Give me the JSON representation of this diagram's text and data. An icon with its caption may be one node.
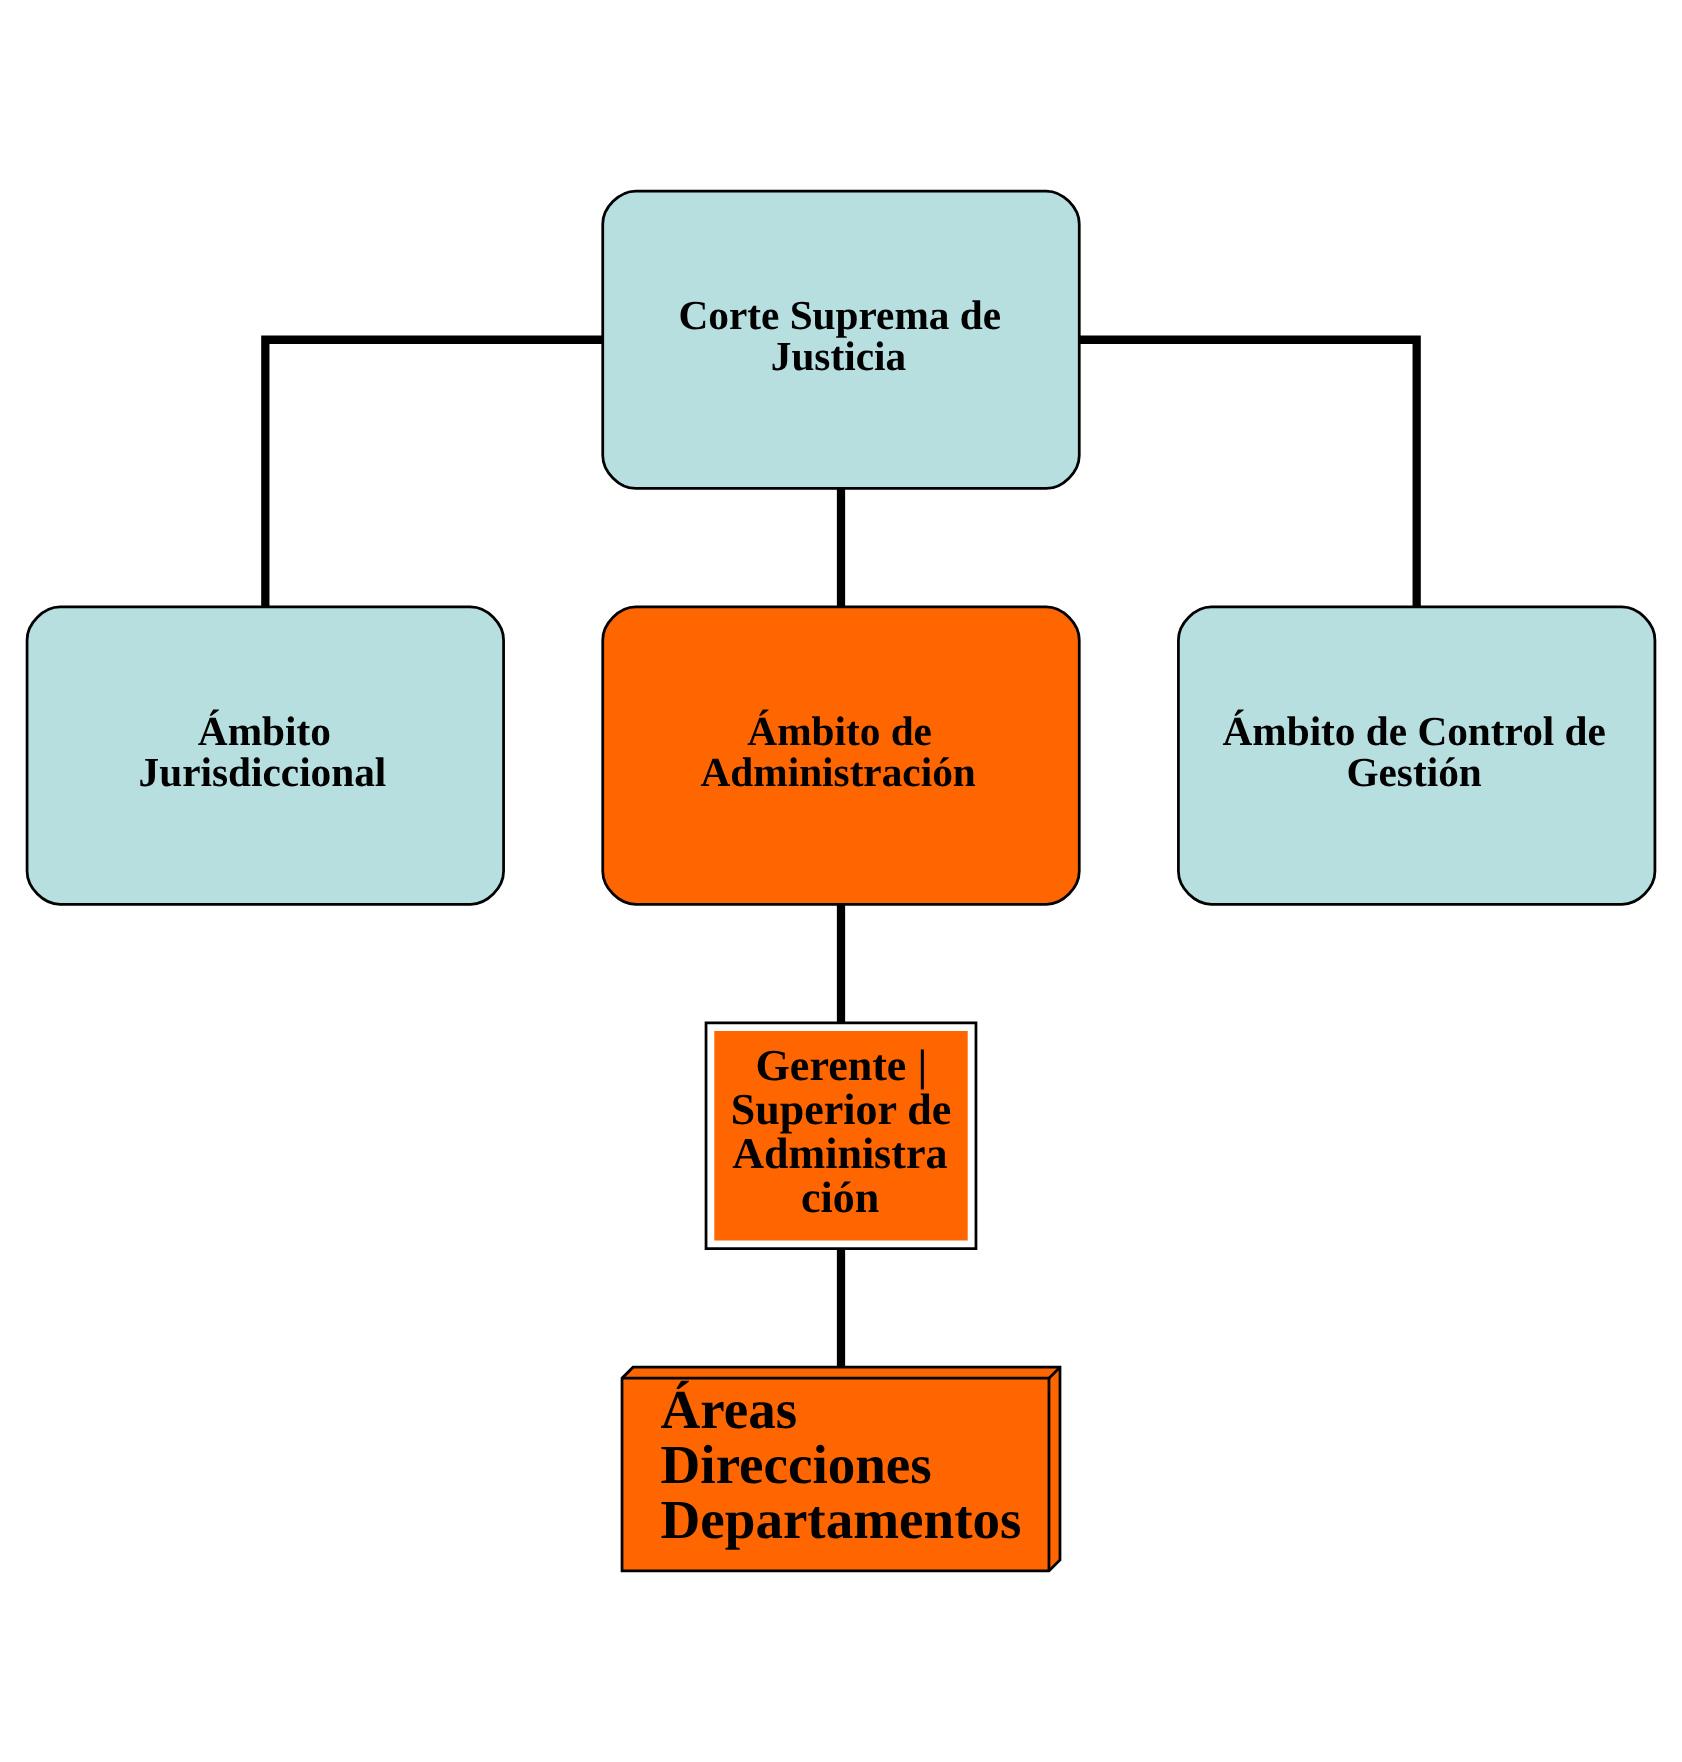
{
  "diagram": {
    "nodes": [
      {
        "text": [
          "Corte Suprema de Justicia"
        ]
      },
      {
        "text": [
          "Ámbito Jurisdiccional"
        ]
      },
      {
        "text": [
          "Ámbito de Administración"
        ]
      },
      {
        "text": [
          "Ámbito de Control de Gestión"
        ]
      },
      {
        "text": [
          "Gerente | Superior de Administra ción"
        ]
      },
      {
        "text": [
          "Áreas Direcciones Departamentos"
        ]
      }
    ],
    "edges": [
      {
        "from": 0,
        "to": 1,
        "arrow": "none"
      },
      {
        "from": 0,
        "to": 2,
        "arrow": "none"
      },
      {
        "from": 0,
        "to": 3,
        "arrow": "none"
      },
      {
        "from": 2,
        "to": 4,
        "arrow": "none"
      },
      {
        "from": 4,
        "to": 5,
        "arrow": "none"
      }
    ]
  }
}
